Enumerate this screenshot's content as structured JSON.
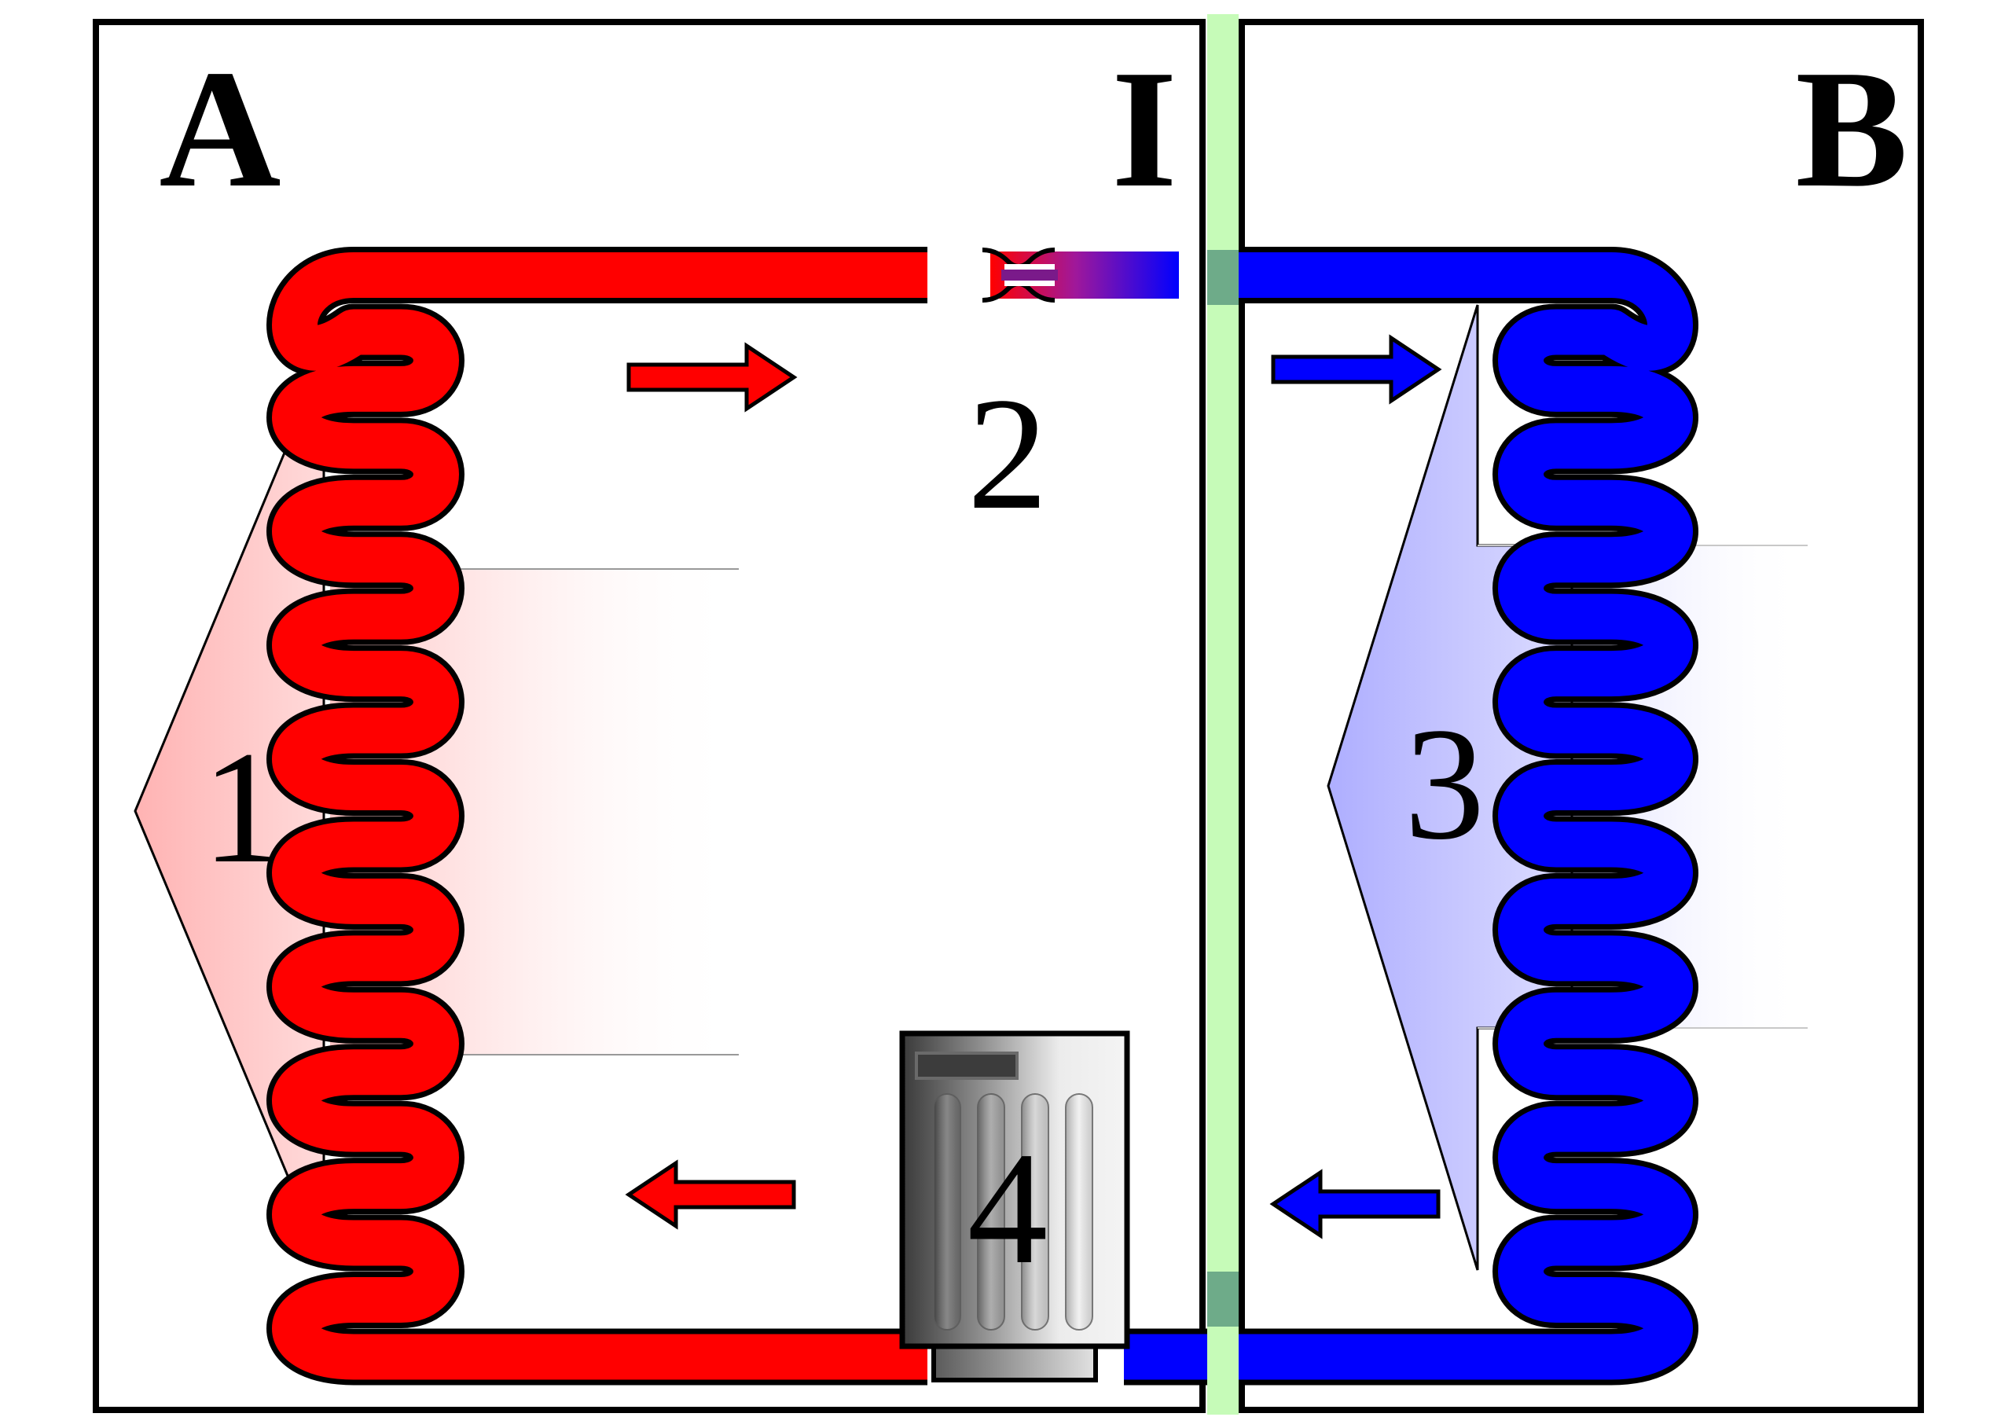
{
  "labels": {
    "region_a": "A",
    "region_b": "B",
    "wall": "I",
    "part_1": "1",
    "part_2": "2",
    "part_3": "3",
    "part_4": "4"
  },
  "colors": {
    "hot": "#ff0000",
    "cold": "#0000ff",
    "outline": "#000000",
    "wall_fill": "#c6fbb8",
    "hot_glow": "#ffb8b8",
    "cold_glow": "#b3b3ff"
  },
  "arrows": [
    {
      "direction": "right",
      "color": "hot"
    },
    {
      "direction": "right",
      "color": "cold"
    },
    {
      "direction": "left",
      "color": "hot"
    },
    {
      "direction": "left",
      "color": "cold"
    }
  ]
}
